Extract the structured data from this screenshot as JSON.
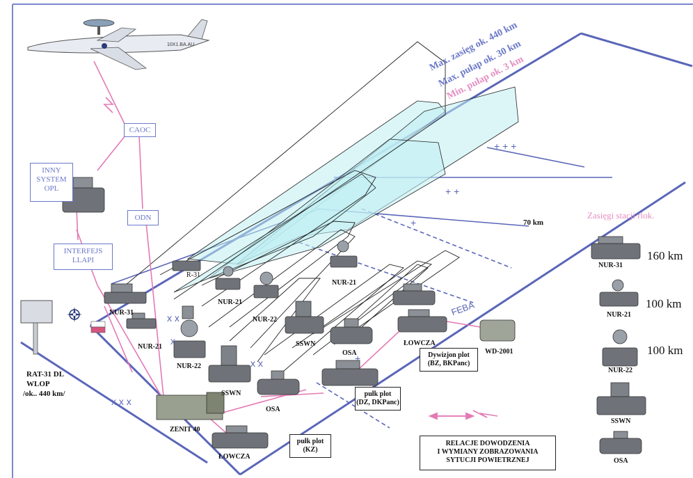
{
  "aircraft_tail": "10X1.BA.AU",
  "range_annotations": {
    "max_range": "Max. zasięg ok. 440 km",
    "max_ceiling": "Max. pułap ok. 30 km",
    "min_ceiling": "Min. pułap ok. 3 km"
  },
  "nodes": {
    "caoc": "CAOC",
    "inny": "INNY SYSTEM OPL",
    "odn": "ODN",
    "interfejs": "INTERFEJS LLAPI"
  },
  "radar_station": {
    "line1": "RAT-31 DL",
    "line2": "WLOP",
    "line3": "/ok.. 440 km/"
  },
  "distance_marker": "70 km",
  "feba": "FEBA",
  "unit_labels": {
    "nur31": "NUR-31",
    "nur21_mid": "NUR-21",
    "nur21_top": "NUR-21",
    "nur22_mid": "NUR-22",
    "nur22_low": "NUR-22",
    "nur21_left": "NUR-21",
    "sswn_mid": "SSWN",
    "sswn_low": "SSWN",
    "osa_mid": "OSA",
    "osa_low": "OSA",
    "lowcza_mid": "ŁOWCZA",
    "lowcza_low": "ŁOWCZA",
    "zenit": "ZENIT 40",
    "wd": "WD-2001",
    "r31": "R-31"
  },
  "command_boxes": {
    "dywizjon": "Dywizjon plot",
    "dywizjon_sub": "(BZ, BKPanc)",
    "pulk_mid": "pułk plot",
    "pulk_mid_sub": "(DZ, DKPanc)",
    "pulk_low": "pułk plot",
    "pulk_low_sub": "(KZ)"
  },
  "legend": {
    "relacje_l1": "RELACJE DOWODZENIA",
    "relacje_l2": "I WYMIANY ZOBRAZOWANIA",
    "relacje_l3": "SYTUCJI POWIETRZNEJ"
  },
  "ranges_legend": {
    "title": "Zasięgi stacji rlok.",
    "items": [
      {
        "name": "NUR-31",
        "range": "160 km"
      },
      {
        "name": "NUR-21",
        "range": "100 km"
      },
      {
        "name": "NUR-22",
        "range": "100 km"
      },
      {
        "name": "SSWN",
        "range": ""
      },
      {
        "name": "OSA",
        "range": ""
      }
    ]
  },
  "colors": {
    "frame_blue": "#5a66b8",
    "link_pink": "#e37ab6",
    "coverage_cyan": "#bfeff2"
  }
}
